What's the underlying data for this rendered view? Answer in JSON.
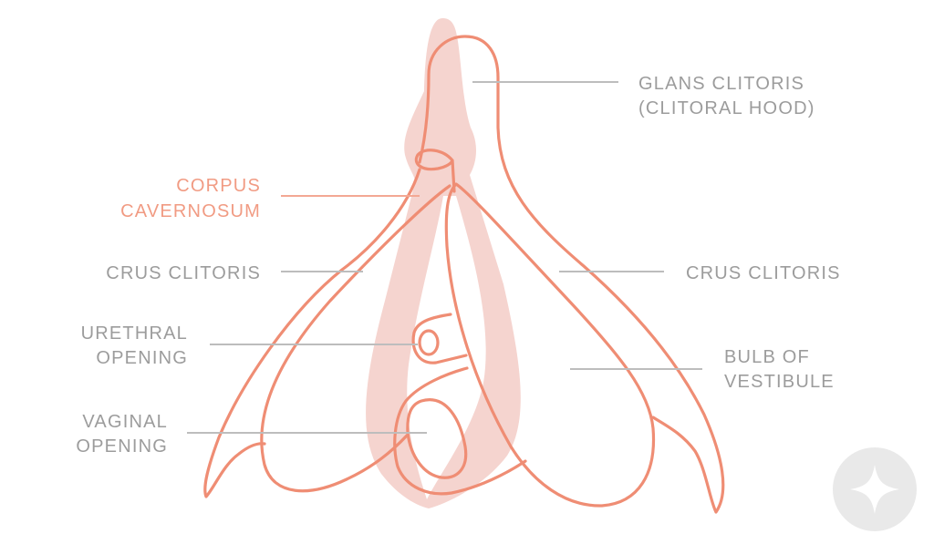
{
  "colors": {
    "outline": "#ef8d74",
    "corpus_fill": "#f5d4cf",
    "label": "#9c9c9c",
    "accent_label": "#f19b83",
    "badge": "#e9e9e9"
  },
  "labels": {
    "glans": [
      "GLANS CLITORIS",
      "(CLITORAL HOOD)"
    ],
    "corpus": [
      "CORPUS",
      "CAVERNOSUM"
    ],
    "crus_left": "CRUS CLITORIS",
    "crus_right": "CRUS CLITORIS",
    "urethral": [
      "URETHRAL",
      "OPENING"
    ],
    "bulb": [
      "BULB OF",
      "VESTIBULE"
    ],
    "vaginal": [
      "VAGINAL",
      "OPENING"
    ]
  },
  "badge_icon": "sparkle-star-icon"
}
